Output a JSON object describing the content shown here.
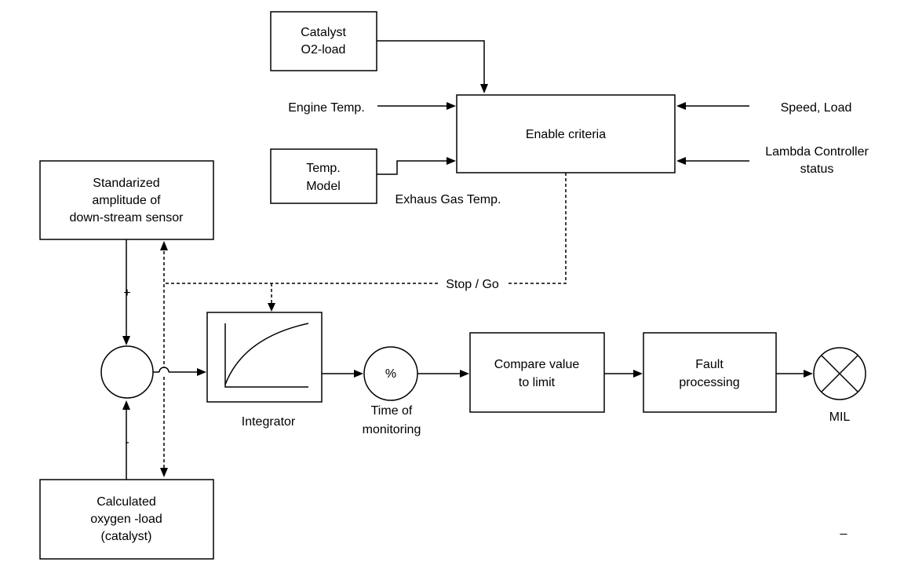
{
  "blocks": {
    "catalyst_o2_load": [
      "Catalyst",
      "O2-load"
    ],
    "enable_criteria": "Enable criteria",
    "temp_model": [
      "Temp.",
      "Model"
    ],
    "standardized_amplitude": [
      "Standarized",
      "amplitude of",
      "down-stream sensor"
    ],
    "calculated_oxygen_load": [
      "Calculated",
      "oxygen -load",
      "(catalyst)"
    ],
    "compare_value": [
      "Compare value",
      "to limit"
    ],
    "fault_processing": [
      "Fault",
      "processing"
    ]
  },
  "inputs": {
    "engine_temp": "Engine Temp.",
    "exhaust_gas_temp": "Exhaus Gas Temp.",
    "speed_load": "Speed, Load",
    "lambda_status": [
      "Lambda Controller",
      "status"
    ]
  },
  "labels": {
    "stop_go": "Stop / Go",
    "plus": "+",
    "minus": "-",
    "integrator": "Integrator",
    "percent": "%",
    "time_of_monitoring": [
      "Time of",
      "monitoring"
    ],
    "mil": "MIL",
    "corner_mark": "_"
  }
}
